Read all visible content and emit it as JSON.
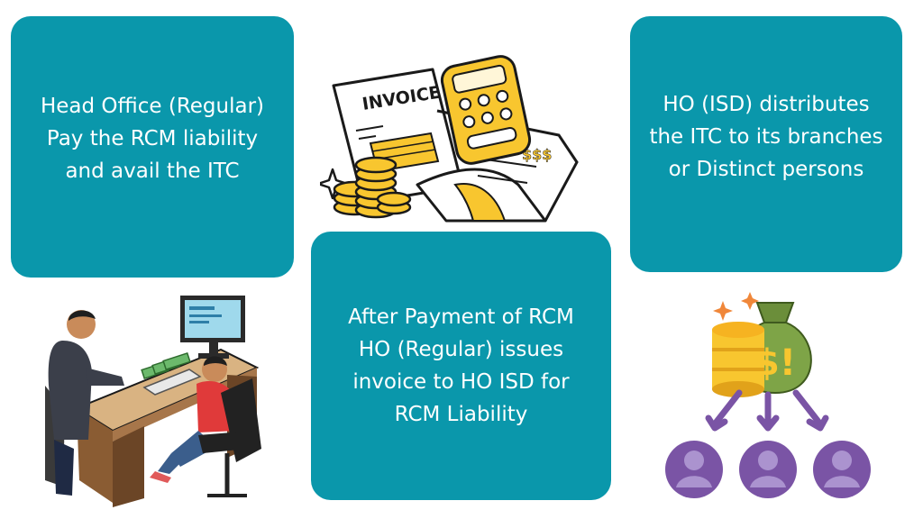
{
  "boxes": {
    "left": {
      "lines": [
        "Head Office (Regular)",
        "Pay the RCM liability",
        "and avail the ITC"
      ]
    },
    "middle": {
      "lines": [
        "After Payment of RCM",
        "HO (Regular) issues",
        "invoice to HO ISD for",
        "RCM Liability"
      ]
    },
    "right": {
      "lines": [
        "HO (ISD) distributes",
        "the ITC to its branches",
        "or Distinct persons"
      ]
    }
  },
  "illustrations": {
    "invoice": {
      "title": "INVOICE",
      "currency": "$$$",
      "icons": [
        "invoice-icon",
        "calculator-icon",
        "coins-icon",
        "sparkle-icon"
      ]
    },
    "office": {
      "icons": [
        "person-icon",
        "desk-icon",
        "monitor-icon",
        "cash-icon"
      ]
    },
    "isd": {
      "money_bag_symbol": "$!",
      "icons": [
        "money-bag-icon",
        "coins-icon",
        "arrow-icon",
        "user-icon"
      ]
    }
  },
  "colors": {
    "box": "#0a97ab",
    "text": "#ffffff",
    "accent_yellow": "#f8c62f",
    "purple": "#7a54a5",
    "outline": "#1a1a1a"
  }
}
